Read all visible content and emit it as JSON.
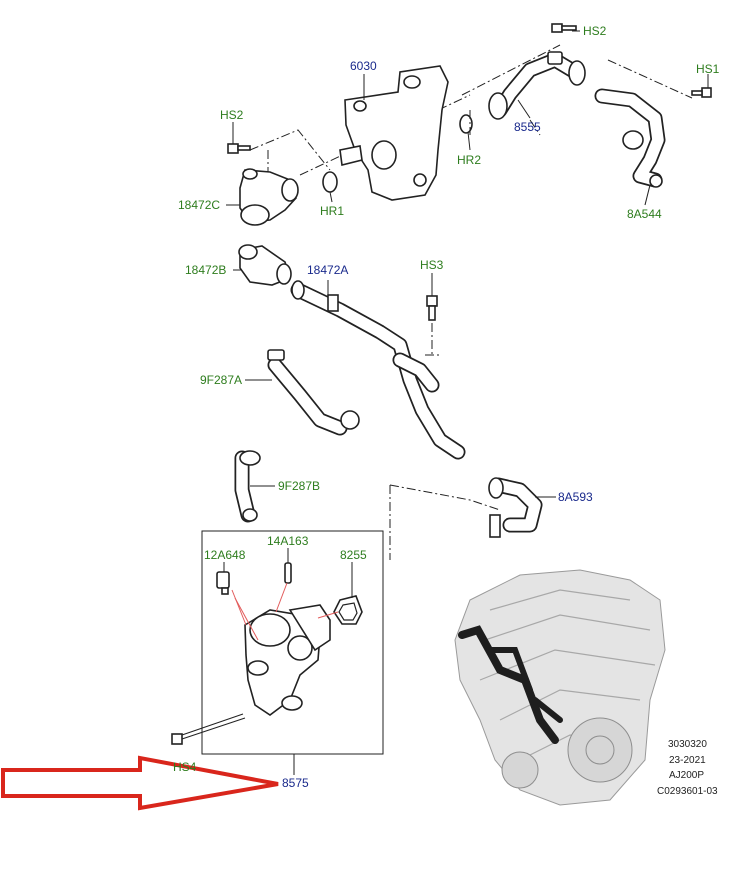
{
  "diagram": {
    "labels": {
      "hs2_top": "HS2",
      "hs1": "HS1",
      "p6030": "6030",
      "hs2_left": "HS2",
      "p8555": "8555",
      "hr2": "HR2",
      "p18472c": "18472C",
      "hr1": "HR1",
      "p8a544": "8A544",
      "p18472b": "18472B",
      "p18472a": "18472A",
      "hs3": "HS3",
      "p9f287a": "9F287A",
      "p9f287b": "9F287B",
      "p8a593": "8A593",
      "p12a648": "12A648",
      "p14a163": "14A163",
      "p8255": "8255",
      "hs4": "HS4",
      "p8575": "8575"
    },
    "info_block": [
      "3030320",
      "23-2021",
      "AJ200P",
      "C0293601-03"
    ],
    "colors": {
      "green_label": "#2e7d1e",
      "blue_label": "#1a2a8c",
      "arrow": "#d9261c",
      "leader_red": "#e25b5b"
    }
  }
}
